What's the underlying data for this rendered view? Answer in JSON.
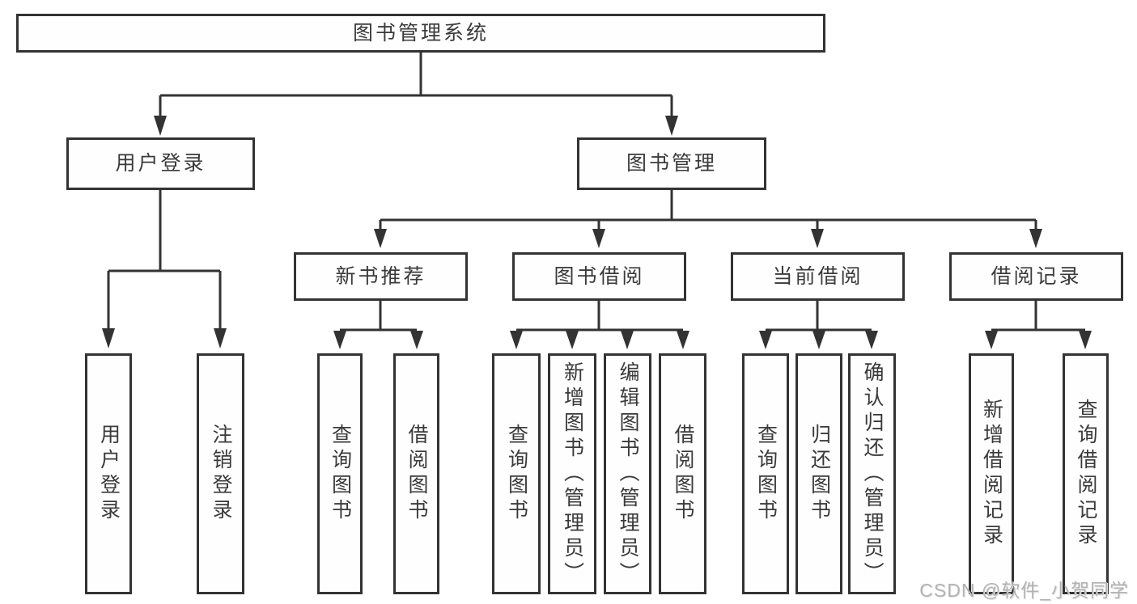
{
  "tree": {
    "root": {
      "label": "图书管理系统",
      "children": [
        {
          "label": "用户登录",
          "children": [
            {
              "label": "用户登录"
            },
            {
              "label": "注销登录"
            }
          ]
        },
        {
          "label": "图书管理",
          "children": [
            {
              "label": "新书推荐",
              "children": [
                {
                  "label": "查询图书"
                },
                {
                  "label": "借阅图书"
                }
              ]
            },
            {
              "label": "图书借阅",
              "children": [
                {
                  "label": "查询图书"
                },
                {
                  "label": "新增图书（管理员）"
                },
                {
                  "label": "编辑图书（管理员）"
                },
                {
                  "label": "借阅图书"
                }
              ]
            },
            {
              "label": "当前借阅",
              "children": [
                {
                  "label": "查询图书"
                },
                {
                  "label": "归还图书"
                },
                {
                  "label": "确认归还（管理员）"
                }
              ]
            },
            {
              "label": "借阅记录",
              "children": [
                {
                  "label": "新增借阅记录"
                },
                {
                  "label": "查询借阅记录"
                }
              ]
            }
          ]
        }
      ]
    }
  },
  "watermark": {
    "text": "CSDN @软件_小贺同学"
  },
  "colors": {
    "line": "#333333",
    "text": "#3a3a3a",
    "box_background": "#fefefe",
    "watermark": "#b3b3b3",
    "background": "#ffffff"
  }
}
